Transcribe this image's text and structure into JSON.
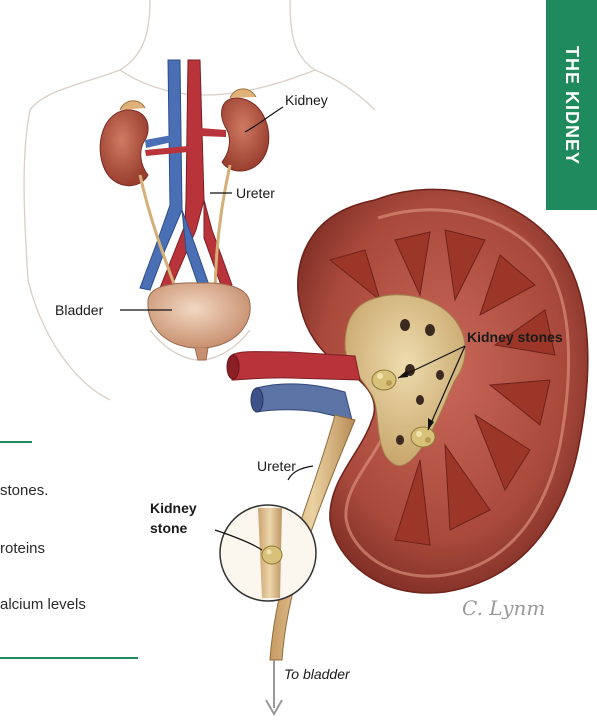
{
  "tab": {
    "title": "THE KIDNEY"
  },
  "labels": {
    "kidney": "Kidney",
    "ureter_top": "Ureter",
    "bladder": "Bladder",
    "kidney_stones": "Kidney stones",
    "ureter_bottom": "Ureter",
    "kidney_stone_line1": "Kidney",
    "kidney_stone_line2": "stone",
    "to_bladder": "To bladder"
  },
  "sidebar_fragments": [
    "stones.",
    "roteins",
    "alcium levels"
  ],
  "signature": "C. Lynm",
  "colors": {
    "accent": "#1f8a5e",
    "artery": "#b8343a",
    "vein": "#4a6fb5",
    "kidney": "#a8493c"
  }
}
